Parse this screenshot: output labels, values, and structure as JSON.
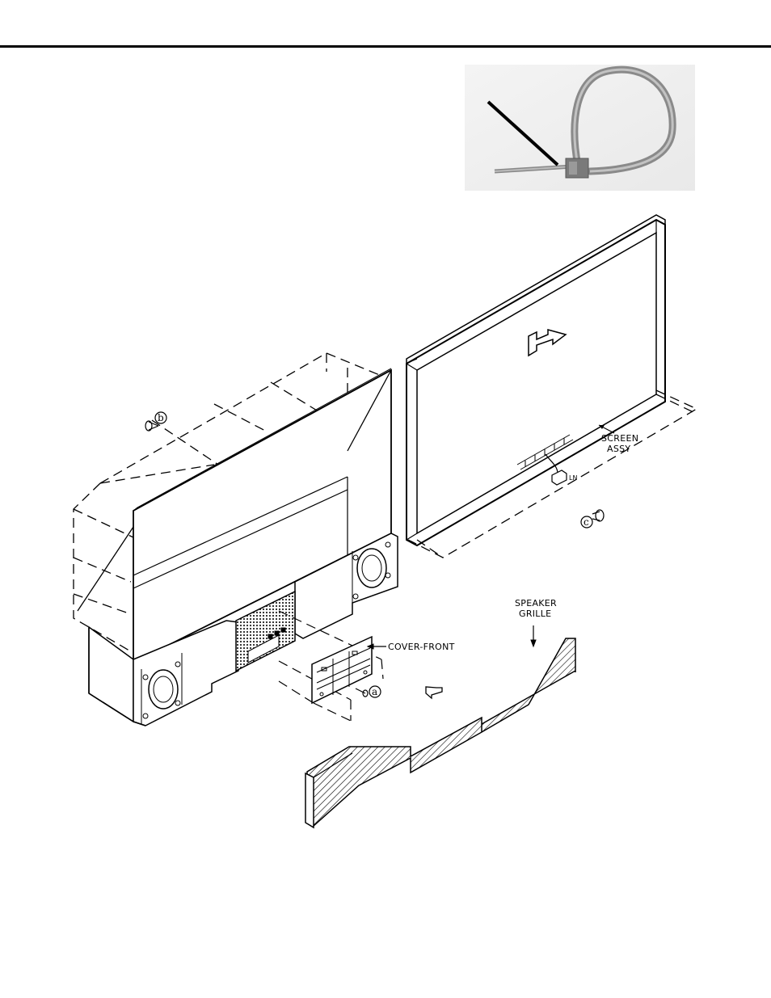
{
  "labels": {
    "screen_assy_line1": "SCREEN",
    "screen_assy_line2": "ASSY",
    "speaker_grille_line1": "SPEAKER",
    "speaker_grille_line2": "GRILLE",
    "cover_front": "COVER-FRONT",
    "connector": "LN"
  },
  "callouts": {
    "a": "a",
    "b": "b",
    "c": "c"
  },
  "photo": {
    "subject": "cable tie"
  }
}
